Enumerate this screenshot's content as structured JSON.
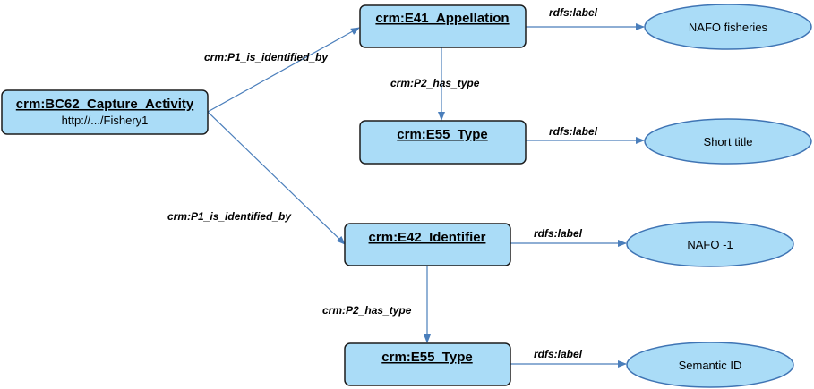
{
  "nodes": {
    "capture_activity": {
      "title": "crm:BC62_Capture_Activity",
      "subtitle": "http://.../Fishery1"
    },
    "appellation": {
      "title": "crm:E41_Appellation"
    },
    "type_top": {
      "title": "crm:E55_Type"
    },
    "identifier": {
      "title": "crm:E42_Identifier"
    },
    "type_bottom": {
      "title": "crm:E55_Type"
    }
  },
  "literals": {
    "nafo_fisheries": "NAFO fisheries",
    "short_title": "Short title",
    "nafo_1": "NAFO -1",
    "semantic_id": "Semantic ID"
  },
  "edges": {
    "p1_to_appellation": "crm:P1_is_identified_by",
    "p1_to_identifier": "crm:P1_is_identified_by",
    "p2_appellation_type": "crm:P2_has_type",
    "p2_identifier_type": "crm:P2_has_type",
    "label_appellation": "rdfs:label",
    "label_type_top": "rdfs:label",
    "label_identifier": "rdfs:label",
    "label_type_bottom": "rdfs:label"
  },
  "colors": {
    "node_fill": "#aadcf7",
    "node_stroke": "#1c1c1c",
    "ellipse_stroke": "#3f74b4",
    "arrow": "#4a7ebb"
  }
}
